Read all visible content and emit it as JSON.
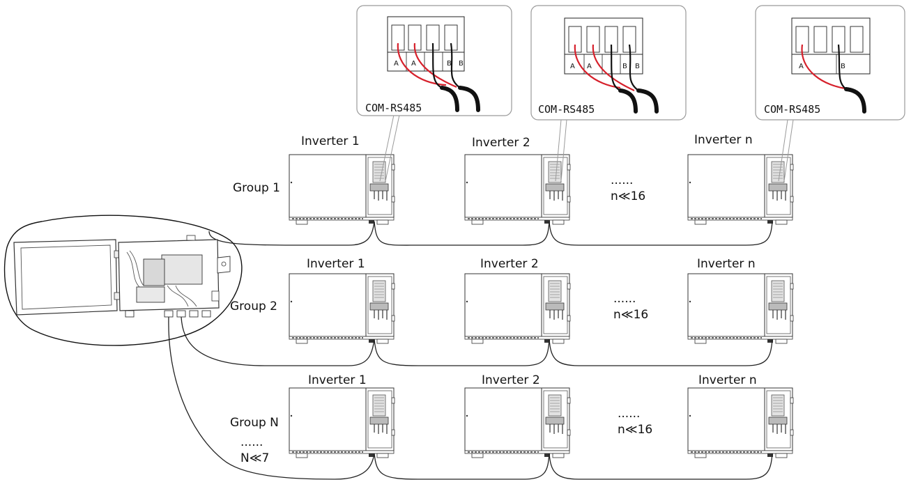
{
  "group_labels": [
    "Group 1",
    "Group 2",
    "Group N"
  ],
  "inverter_labels": [
    "Inverter 1",
    "Inverter 2",
    "Inverter n"
  ],
  "ellipsis": "......",
  "inverter_limit": "n≪16",
  "group_limit": "N≪7",
  "port_label": "COM-RS485",
  "terminal_labels": {
    "dual": [
      "A",
      "A",
      "B",
      "B"
    ],
    "single": [
      "A",
      "B"
    ]
  },
  "colors": {
    "line": "#222222",
    "callout_border": "#9a9a9a",
    "wire_a": "#d6202b",
    "wire_b": "#111111"
  },
  "icons": [
    "datalogger-box-icon",
    "inverter-icon",
    "terminal-block-icon"
  ]
}
